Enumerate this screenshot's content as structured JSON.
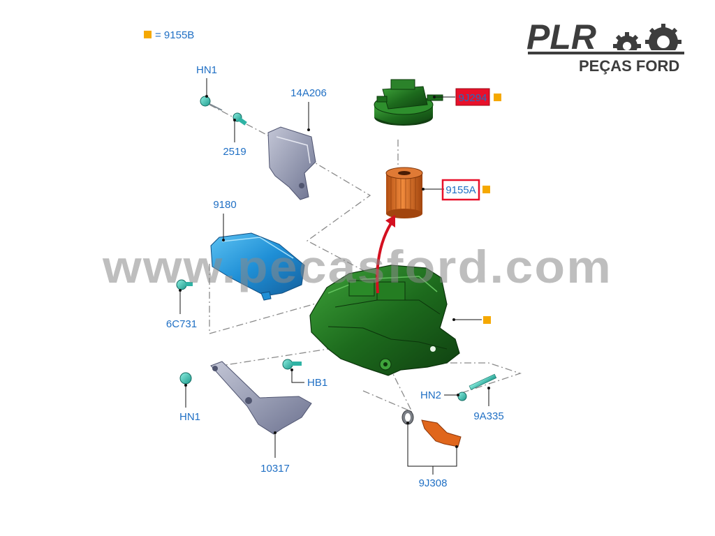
{
  "legend": {
    "marker_color": "#f5a800",
    "text": "= 9155B"
  },
  "logo": {
    "brand": "PLR",
    "subtitle": "PEÇAS FORD"
  },
  "watermark": "www.pecasford.com",
  "labels": {
    "hn1_top": "HN1",
    "p2519": "2519",
    "p14a206": "14A206",
    "p9180": "9180",
    "p6c731": "6C731",
    "p9j294": "9J294",
    "p9155a": "9155A",
    "hb1": "HB1",
    "hn1_bottom": "HN1",
    "p10317": "10317",
    "hn2": "HN2",
    "p9a335": "9A335",
    "p9j308": "9J308"
  },
  "colors": {
    "label": "#1f6fc4",
    "highlight_red": "#e8102a",
    "marker": "#f5a800",
    "housing_green": "#1f7a1f",
    "filter_orange": "#d9691f",
    "cover_blue": "#1f8fd6",
    "bracket_gray": "#9ea3b8",
    "fastener_teal": "#3fc2b5"
  }
}
